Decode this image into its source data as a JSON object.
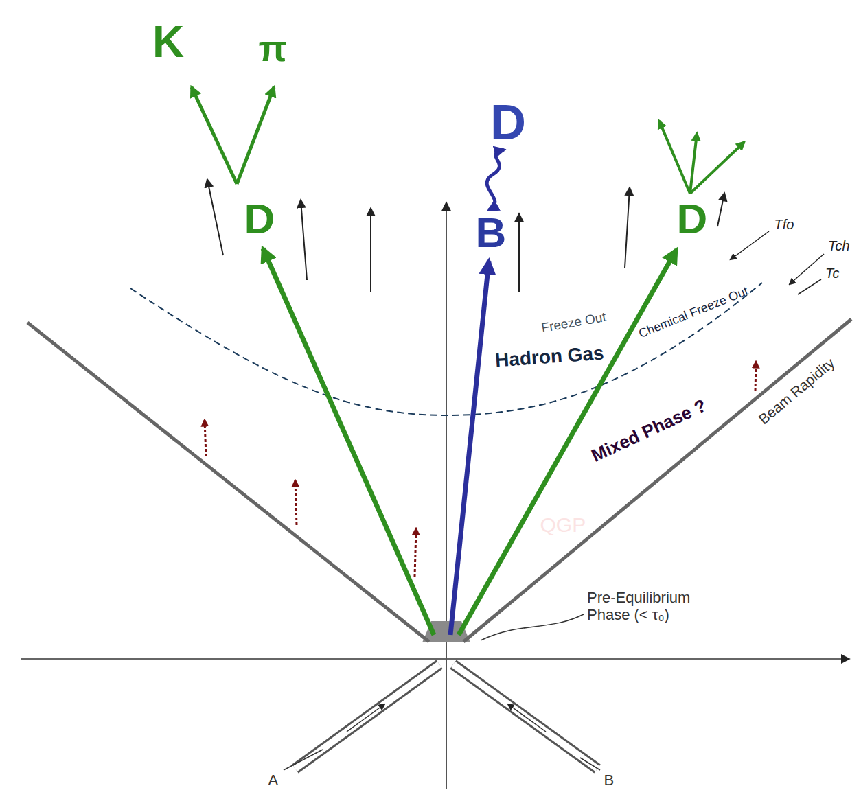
{
  "diagram": {
    "nodes": [
      {
        "text": [
          "Freeze Out",
          "Hadron Gas",
          "Chemical Freeze Out"
        ]
      },
      {
        "text": [
          "Mixed Phase ?"
        ]
      },
      {
        "text": [
          "QGP"
        ]
      }
    ],
    "labels": [
      "K",
      "π",
      "D",
      "D",
      "B",
      "D",
      "Tfo",
      "Tch",
      "Tc",
      "Beam Rapidity",
      "Pre-Equilibrium Phase (< τ₀)",
      "A",
      "B"
    ]
  }
}
